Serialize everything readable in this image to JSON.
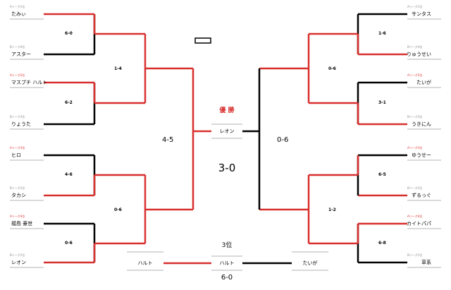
{
  "left": {
    "teams": [
      {
        "name": "たみぃ",
        "note": "Aリーグ1位",
        "note_color": "gray"
      },
      {
        "name": "アスター",
        "note": "Bリーグ4位",
        "note_color": "gray"
      },
      {
        "name": "マスブチ ハルト",
        "note": "Aリーグ2位",
        "note_color": "red"
      },
      {
        "name": "りょうた",
        "note": "Bリーグ3位",
        "note_color": "gray"
      },
      {
        "name": "ヒロ",
        "note": "Aリーグ3位",
        "note_color": "red"
      },
      {
        "name": "タカシ",
        "note": "Bリーグ2位",
        "note_color": "gray"
      },
      {
        "name": "福島 豪世",
        "note": "Aリーグ4位",
        "note_color": "red"
      },
      {
        "name": "レオン",
        "note": "Bリーグ1位",
        "note_color": "gray"
      }
    ],
    "r1_scores": [
      "6-0",
      "6-2",
      "4-6",
      "0-6"
    ],
    "r2_scores": [
      "1-4",
      "0-6"
    ],
    "semi_score": "4-5"
  },
  "right": {
    "teams": [
      {
        "name": "サンタス",
        "note": "Aリーグ1位",
        "note_color": "gray"
      },
      {
        "name": "りゅうせい",
        "note": "Bリーグ4位",
        "note_color": "gray"
      },
      {
        "name": "たいが",
        "note": "Aリーグ2位",
        "note_color": "red"
      },
      {
        "name": "うきにん",
        "note": "Bリーグ3位",
        "note_color": "gray"
      },
      {
        "name": "ゆうせー",
        "note": "Aリーグ3位",
        "note_color": "red"
      },
      {
        "name": "ずるっぐ",
        "note": "Bリーグ2位",
        "note_color": "gray"
      },
      {
        "name": "カイトパパ",
        "note": "Aリーグ4位",
        "note_color": "red"
      },
      {
        "name": "草系",
        "note": "Bリーグ1位",
        "note_color": "gray"
      }
    ],
    "r1_scores": [
      "1-6",
      "3-1",
      "6-5",
      "6-8"
    ],
    "r2_scores": [
      "0-6",
      "1-2"
    ],
    "semi_score": "0-6"
  },
  "final": {
    "title": "優 勝",
    "champion": "レオン",
    "score": "3-0"
  },
  "third_place": {
    "title": "3位",
    "left": "ハルト",
    "winner": "ハルト",
    "right": "たいが",
    "score": "6-0"
  },
  "colors": {
    "win": "#d8302f",
    "lose": "#000000",
    "note_gray": "#8a8a8a",
    "note_red": "#d8302f"
  }
}
